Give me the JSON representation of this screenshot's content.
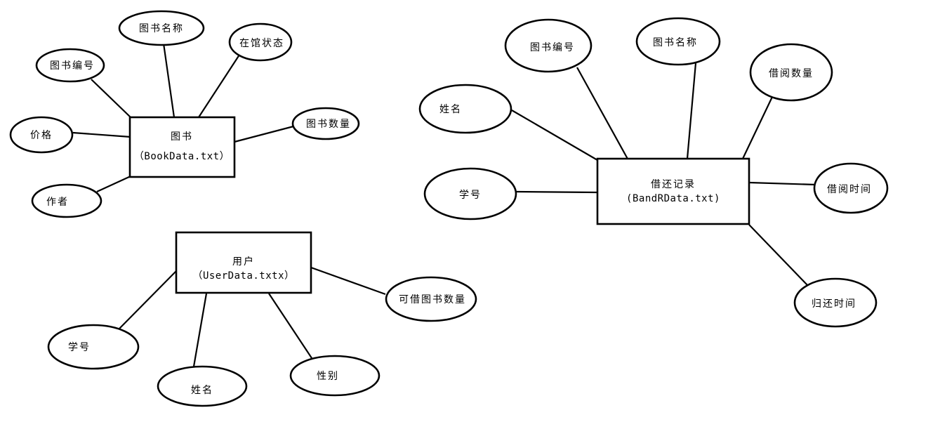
{
  "entities": {
    "book": {
      "name": "图书",
      "file": "（BookData.txt）"
    },
    "user": {
      "name": "用户",
      "file": "（UserData.txtx）"
    },
    "record": {
      "name": "借还记录",
      "file": "(BandRData.txt)"
    }
  },
  "attributes": {
    "book_id": "图书编号",
    "book_name": "图书名称",
    "book_status": "在馆状态",
    "book_count": "图书数量",
    "book_price": "价格",
    "book_author": "作者",
    "user_student_id": "学号",
    "user_name": "姓名",
    "user_gender": "性别",
    "user_borrowable": "可借图书数量",
    "rec_book_id": "图书编号",
    "rec_book_name": "图书名称",
    "rec_borrow_count": "借阅数量",
    "rec_name": "姓名",
    "rec_student_id": "学号",
    "rec_borrow_time": "借阅时间",
    "rec_return_time": "归还时间"
  }
}
